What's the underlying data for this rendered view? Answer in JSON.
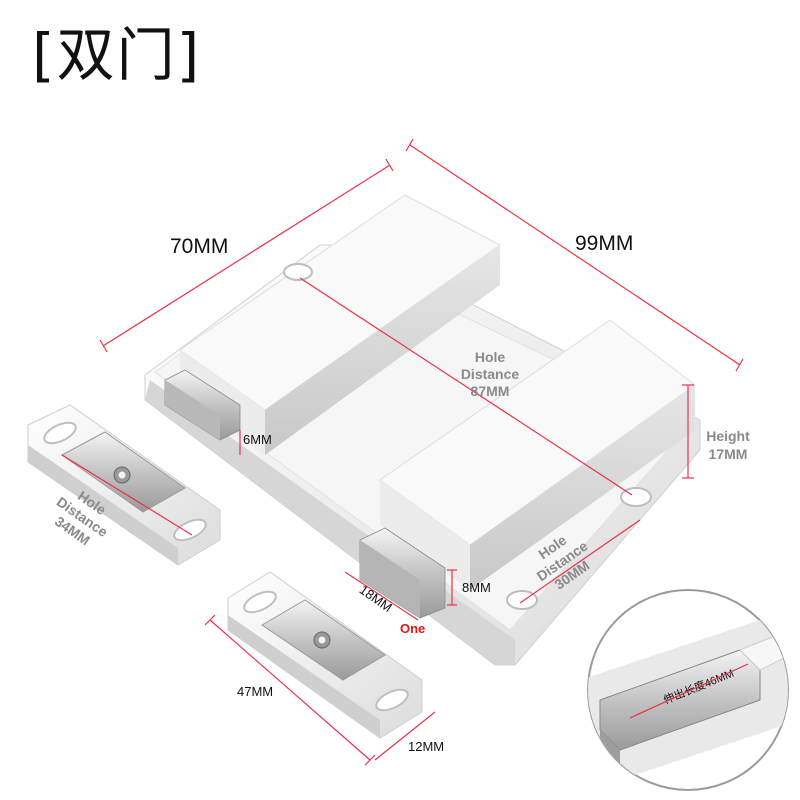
{
  "title": "[双门]",
  "dimensions": {
    "width": "70MM",
    "length": "99MM",
    "hole_distance_main_1": "Hole",
    "hole_distance_main_2": "Distance",
    "hole_distance_main_3": "87MM",
    "height_1": "Height",
    "height_2": "17MM",
    "plunger_gap": "6MM",
    "plunger_height": "8MM",
    "plunger_width": "18MM",
    "one_label": "One",
    "hole_distance_side_1": "Hole",
    "hole_distance_side_2": "Distance",
    "hole_distance_side_3": "30MM",
    "plate_hole_1": "Hole",
    "plate_hole_2": "Distance",
    "plate_hole_3": "34MM",
    "plate_length": "47MM",
    "plate_width": "12MM",
    "extension_label": "伸出长度46MM"
  },
  "colors": {
    "dimension_line": "#e8334a",
    "one_text": "#e01515",
    "product_white": "#f2f2f2",
    "metal": "#c9c9c9"
  }
}
